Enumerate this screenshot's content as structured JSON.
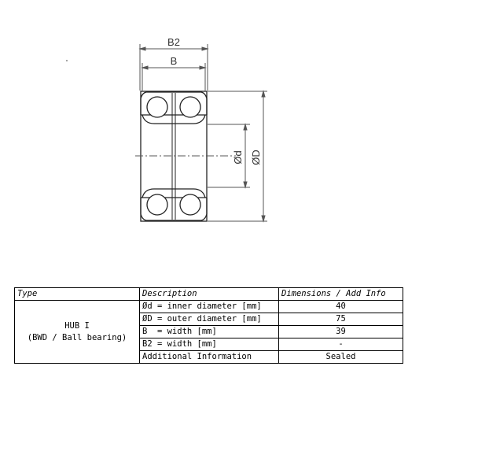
{
  "drawing": {
    "labels": {
      "outer_width": "B2",
      "inner_width": "B",
      "bore_diameter": "Ød",
      "outer_diameter": "ØD"
    }
  },
  "table": {
    "headers": {
      "type": "Type",
      "description": "Description",
      "dimensions": "Dimensions / Add Info"
    },
    "type_line1": "HUB I",
    "type_line2": "(BWD / Ball bearing)",
    "rows": [
      {
        "description": "Ød = inner diameter [mm]",
        "value": "40"
      },
      {
        "description": "ØD = outer diameter [mm]",
        "value": "75"
      },
      {
        "description": "B  = width [mm]",
        "value": "39"
      },
      {
        "description": "B2 = width [mm]",
        "value": "-"
      },
      {
        "description": "Additional Information",
        "value": "Sealed"
      }
    ]
  }
}
